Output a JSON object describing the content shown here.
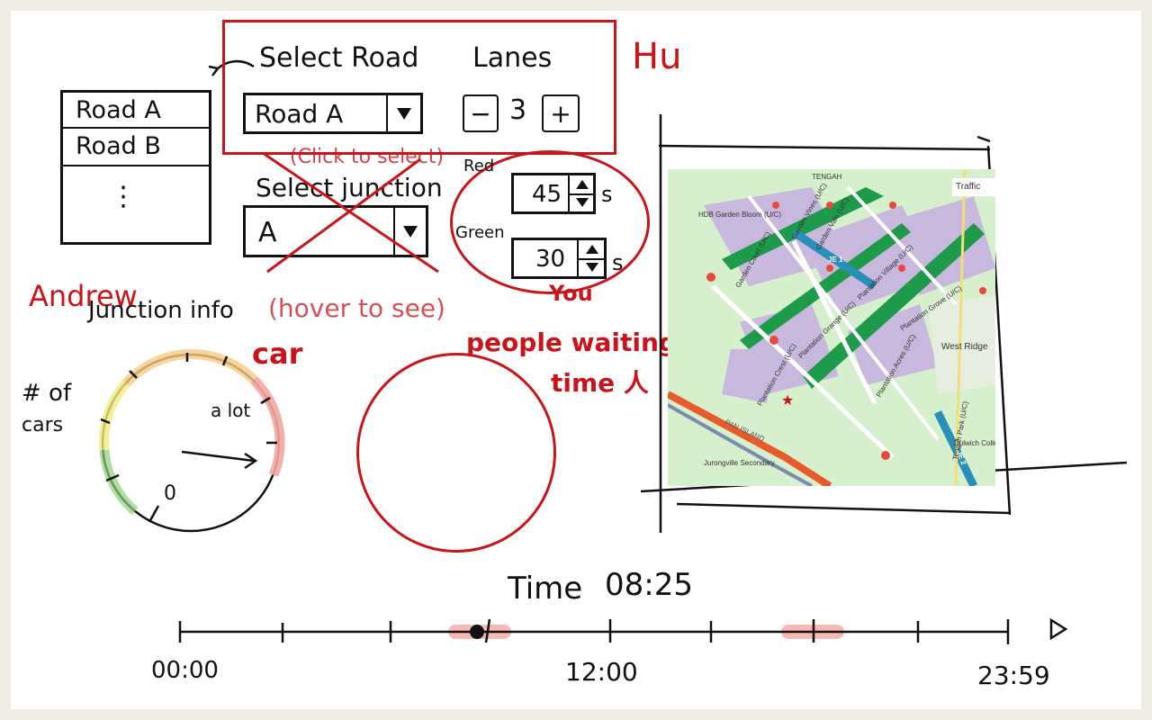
{
  "annotations": {
    "hu": "Hu",
    "andrew": "Andrew",
    "you": "You",
    "click_to_select": "(Click to select)",
    "hover_to_see": "(hover to see)",
    "car": "car",
    "people_waiting": "people waiting",
    "time_person": "time 人"
  },
  "road_panel": {
    "select_road_label": "Select Road",
    "selected_road": "Road A",
    "lanes_label": "Lanes",
    "lanes_minus": "−",
    "lanes_value": "3",
    "lanes_plus": "+"
  },
  "road_list": {
    "items": [
      "Road A",
      "Road B"
    ],
    "more": "⋮"
  },
  "junction": {
    "label": "Select junction",
    "selected": "A"
  },
  "signal_timing": {
    "red_label": "Red",
    "red_value": "45",
    "green_label": "Green",
    "green_value": "30",
    "unit": "s"
  },
  "junction_info": {
    "label": "Junction info"
  },
  "gauge": {
    "label_line1": "# of",
    "label_line2": "cars",
    "max_label": "a lot",
    "min_label": "0",
    "colors": [
      "#8fd07a",
      "#f3ec7e",
      "#f7c982",
      "#f4a7a0"
    ]
  },
  "map": {
    "traffic_tab": "Traffic",
    "labels": [
      "HDB Garden Bloom (U/C)",
      "Garden Court (U/C)",
      "Garden Vale (U/C)",
      "Garden Vines (U/C)",
      "Plantation Village (U/C)",
      "Plantation Grove (U/C)",
      "Plantation Grange (U/C)",
      "Plantation Acres (U/C)",
      "Plantation Crest (U/C)",
      "West Ridge",
      "Tengah Park (U/C)",
      "Dulwich College",
      "Jurongville Secondary",
      "PAN ISLAND",
      "TENGAH",
      "JE 1",
      "JE 2"
    ],
    "accent_green": "#1e9b4a",
    "road_red": "#e8483c"
  },
  "timeline": {
    "title": "Time",
    "time_value": "08:25",
    "start_label": "00:00",
    "mid_label": "12:00",
    "end_label": "23:59",
    "play_icon": "play-icon"
  }
}
